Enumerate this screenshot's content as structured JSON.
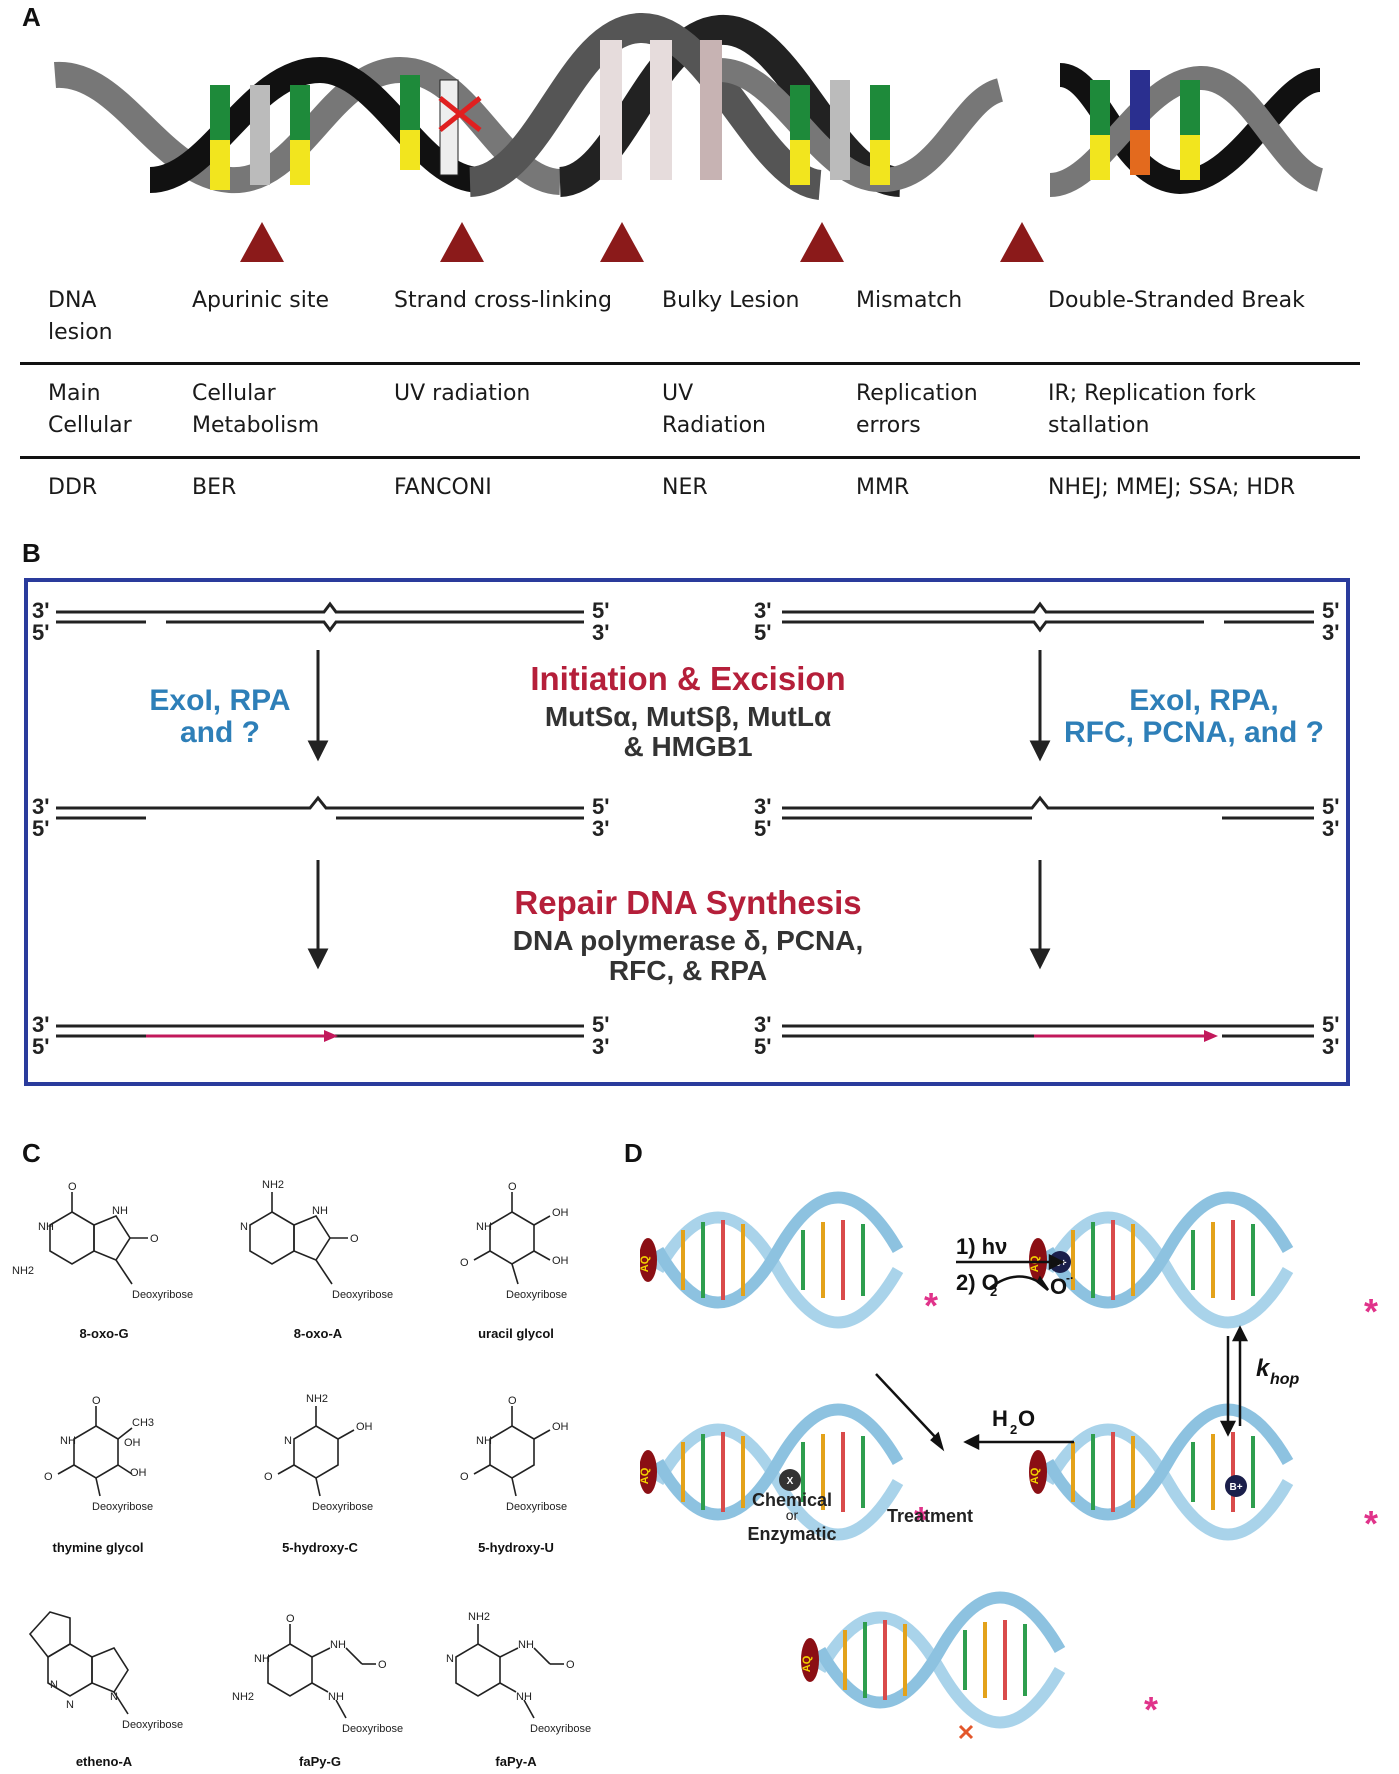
{
  "panels": {
    "a": "A",
    "b": "B",
    "c": "C",
    "d": "D"
  },
  "table": {
    "rows": [
      {
        "cells": [
          "DNA lesion",
          "Apurinic site",
          "Strand cross-linking",
          "Bulky Lesion",
          "Mismatch",
          "Double-Stranded Break"
        ]
      },
      {
        "cells": [
          "Main Cellular",
          "Cellular Metabolism",
          "UV radiation",
          "UV Radiation",
          "Replication errors",
          "IR; Replication fork stallation"
        ]
      },
      {
        "cells": [
          "DDR",
          "BER",
          "FANCONI",
          "NER",
          "MMR",
          "NHEJ; MMEJ; SSA; HDR"
        ]
      }
    ]
  },
  "mmr": {
    "left_factors": [
      "ExoI, RPA",
      "and ?"
    ],
    "right_factors": [
      "ExoI, RPA,",
      "RFC, PCNA, and ?"
    ],
    "step1_title": "Initiation & Excision",
    "step1_proteins": [
      "MutSα, MutSβ, MutLα",
      "& HMGB1"
    ],
    "step2_title": "Repair DNA Synthesis",
    "step2_proteins": [
      "DNA polymerase δ, PCNA,",
      "RFC, & RPA"
    ],
    "end_labels": {
      "three": "3'",
      "five": "5'"
    }
  },
  "lesions": [
    {
      "name": "8-oxo-G"
    },
    {
      "name": "8-oxo-A"
    },
    {
      "name": "uracil glycol"
    },
    {
      "name": "thymine glycol"
    },
    {
      "name": "5-hydroxy-C"
    },
    {
      "name": "5-hydroxy-U"
    },
    {
      "name": "etheno-A"
    },
    {
      "name": "faPy-G"
    },
    {
      "name": "faPy-A"
    }
  ],
  "chem_text": {
    "deoxyribose": "Deoxyribose",
    "nh": "NH",
    "n": "N",
    "nh2": "NH2",
    "o": "O",
    "oh": "OH",
    "ch3": "CH3"
  },
  "charge_transport": {
    "step1": "1) hν",
    "step2": "2) O",
    "o2_sub": "2",
    "o2_product": "O",
    "o2_product_sup": "-·",
    "khop": "k",
    "khop_sub": "hop",
    "water": "H",
    "water_sub": "2",
    "water_o": "O",
    "treatment_left": [
      "Chemical",
      "or",
      "Enzymatic"
    ],
    "treatment_right": "Treatment",
    "aq_label": "AQ",
    "radical_label": "B+",
    "damage_label": "X",
    "star": "*"
  },
  "colors": {
    "arrowhead": "#8b1a1a",
    "box_border": "#2a3b9c",
    "title_red": "#b51f3a",
    "factor_blue": "#2e7fb8",
    "repair_pink": "#c2185b",
    "star_pink": "#e0338a",
    "helix_blue": "#a9d3ea",
    "aq_red": "#8b0f14"
  }
}
